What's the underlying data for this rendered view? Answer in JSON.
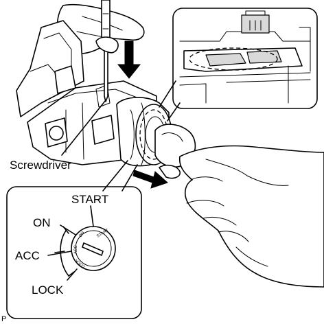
{
  "labels": {
    "screwdriver": "Screwdriver",
    "start": "START",
    "on": "ON",
    "acc": "ACC",
    "lock": "LOCK",
    "corner_mark": "P"
  },
  "key_face": {
    "start": "START",
    "on": "ON",
    "acc": "ACC",
    "lock": "LOCK"
  }
}
